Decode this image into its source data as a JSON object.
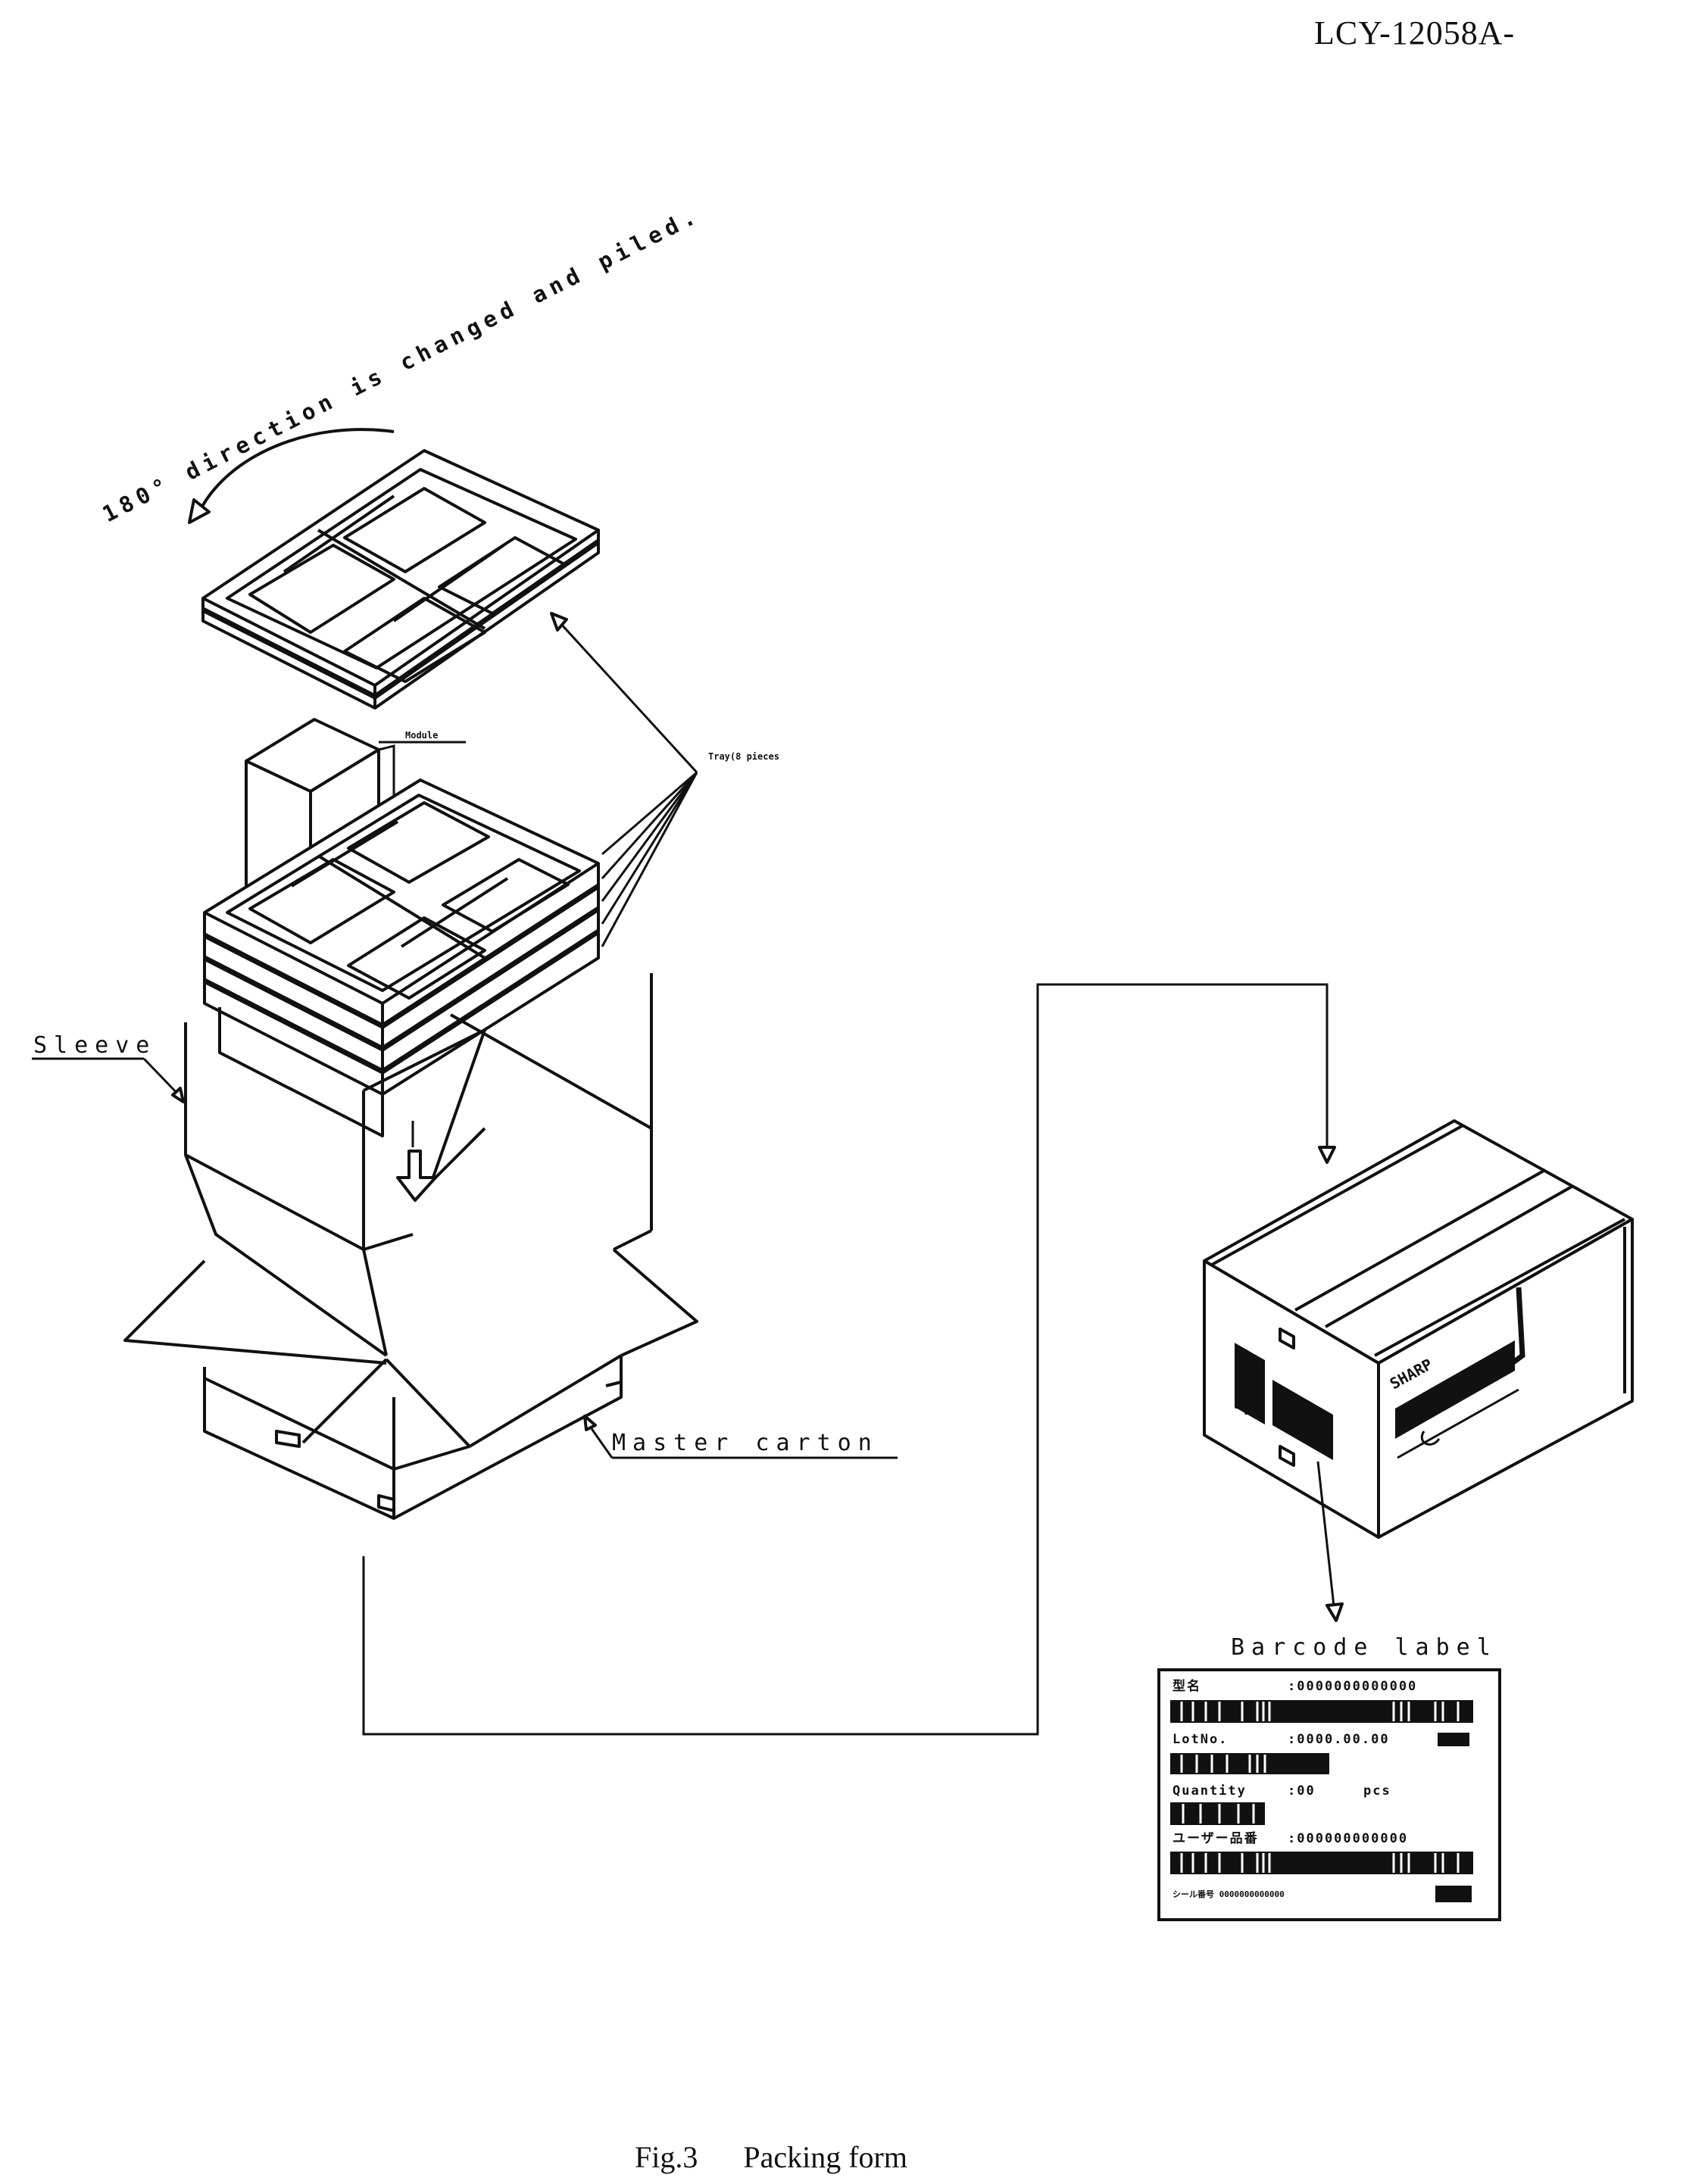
{
  "header": {
    "doc_id": "LCY-12058A-"
  },
  "labels": {
    "direction": "180° direction is changed and piled.",
    "module": "Module",
    "tray": "Tray(8 pieces",
    "sleeve": "Sleeve",
    "master_carton": "Master carton",
    "barcode_label": "Barcode label"
  },
  "barcode_label": {
    "row1_title": "型名",
    "row1_value": ":0000000000000",
    "row2_title": "LotNo.",
    "row2_value": ":0000.00.00",
    "row3_title": "Quantity",
    "row3_value": ":00",
    "row3_unit": "pcs",
    "row4_title": "ユーザー品番",
    "row4_value": ":000000000000",
    "row5_text": "シール番号  0000000000000"
  },
  "carton_print": {
    "brand": "SHARP"
  },
  "footer": {
    "fig_label": "Fig.3",
    "fig_title": "Packing form"
  }
}
